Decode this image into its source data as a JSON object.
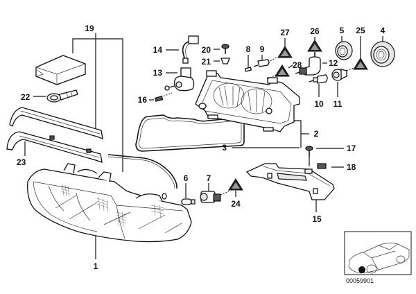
{
  "diagram": {
    "title": "Headlight assembly exploded parts view",
    "callouts": {
      "c1": "1",
      "c2": "2",
      "c3": "3",
      "c4": "4",
      "c5": "5",
      "c6": "6",
      "c7": "7",
      "c8": "8",
      "c9": "9",
      "c10": "10",
      "c11": "11",
      "c12": "12",
      "c13": "13",
      "c14": "14",
      "c15": "15",
      "c16": "16",
      "c17": "17",
      "c18": "18",
      "c19": "19",
      "c20": "20",
      "c21": "21",
      "c22": "22",
      "c23": "23",
      "c24": "24",
      "c25": "25",
      "c26": "26",
      "c27": "27",
      "c28": "28"
    },
    "parts": [
      {
        "id": "1",
        "name": "headlight-lens-housing"
      },
      {
        "id": "2",
        "name": "headlight-reflector-housing"
      },
      {
        "id": "3",
        "name": "gasket-seal"
      },
      {
        "id": "4",
        "name": "large-cover-cap"
      },
      {
        "id": "5",
        "name": "small-cover-cap"
      },
      {
        "id": "6",
        "name": "bulb-wedge"
      },
      {
        "id": "7",
        "name": "bulb-socket"
      },
      {
        "id": "8",
        "name": "adjuster-screw"
      },
      {
        "id": "9",
        "name": "adjuster-bolt"
      },
      {
        "id": "10",
        "name": "bulb"
      },
      {
        "id": "11",
        "name": "bulb-holder"
      },
      {
        "id": "12",
        "name": "elbow-socket"
      },
      {
        "id": "13",
        "name": "actuator-motor"
      },
      {
        "id": "14",
        "name": "wiring-connector"
      },
      {
        "id": "15",
        "name": "mounting-bracket"
      },
      {
        "id": "16",
        "name": "screw"
      },
      {
        "id": "17",
        "name": "screw"
      },
      {
        "id": "18",
        "name": "clip-nut"
      },
      {
        "id": "19",
        "name": "repair-kit"
      },
      {
        "id": "20",
        "name": "push-pin"
      },
      {
        "id": "21",
        "name": "expanding-rivet"
      },
      {
        "id": "22",
        "name": "ring-tool"
      },
      {
        "id": "23",
        "name": "trim-strip"
      },
      {
        "id": "24",
        "name": "warning-triangle"
      },
      {
        "id": "25",
        "name": "warning-triangle"
      },
      {
        "id": "26",
        "name": "warning-triangle"
      },
      {
        "id": "27",
        "name": "warning-triangle"
      },
      {
        "id": "28",
        "name": "warning-triangle"
      }
    ],
    "inset": {
      "code": "00059901",
      "description": "car location thumbnail highlighting front-left headlight"
    }
  }
}
